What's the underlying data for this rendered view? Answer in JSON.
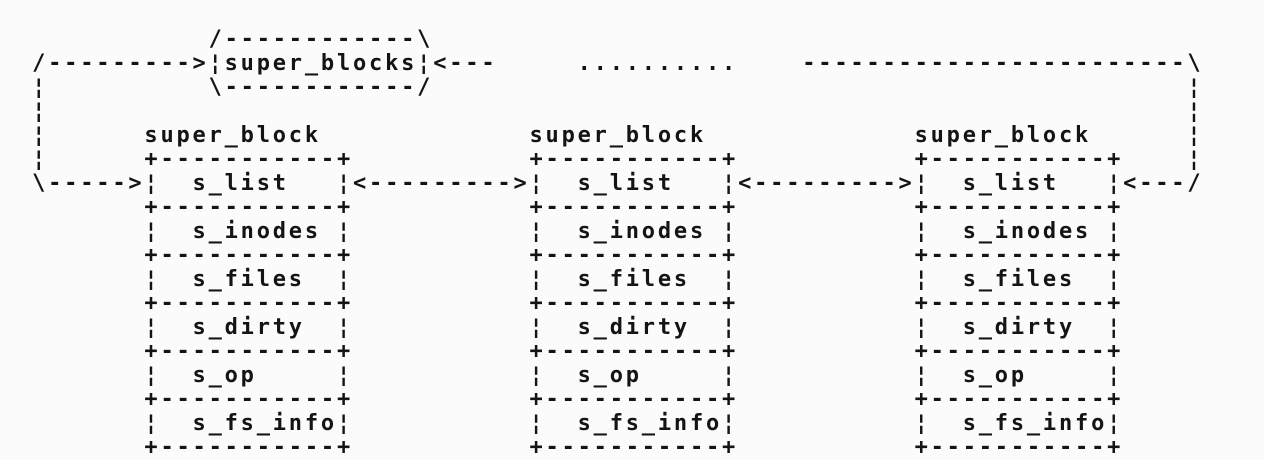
{
  "diagram": {
    "global_list_label": "super_blocks",
    "node_label": "super_block",
    "node_count": 3,
    "fields": [
      "s_list",
      "s_inodes",
      "s_files",
      "s_dirty",
      "s_op",
      "s_fs_info"
    ],
    "colors": {
      "ink": "#141414",
      "background": "#fbfbfc"
    },
    "lines": [
      "             /------------\\",
      "  /--------->¦super_blocks¦<---     ..........    ------------------------\\",
      "  ¦          \\------------/                                               ¦",
      "  ¦                                                                       ¦",
      "  ¦      super_block             super_block             super_block      ¦",
      "  ¦      +-----------+           +-----------+           +-----------+    ¦",
      "  \\----->¦  s_list   ¦<--------->¦  s_list   ¦<--------->¦  s_list   ¦<---/",
      "         +-----------+           +-----------+           +-----------+",
      "         ¦  s_inodes ¦           ¦  s_inodes ¦           ¦  s_inodes ¦",
      "         +-----------+           +-----------+           +-----------+",
      "         ¦  s_files  ¦           ¦  s_files  ¦           ¦  s_files  ¦",
      "         +-----------+           +-----------+           +-----------+",
      "         ¦  s_dirty  ¦           ¦  s_dirty  ¦           ¦  s_dirty  ¦",
      "         +-----------+           +-----------+           +-----------+",
      "         ¦  s_op     ¦           ¦  s_op     ¦           ¦  s_op     ¦",
      "         +-----------+           +-----------+           +-----------+",
      "         ¦  s_fs_info¦           ¦  s_fs_info¦           ¦  s_fs_info¦",
      "         +-----------+           +-----------+           +-----------+"
    ]
  }
}
